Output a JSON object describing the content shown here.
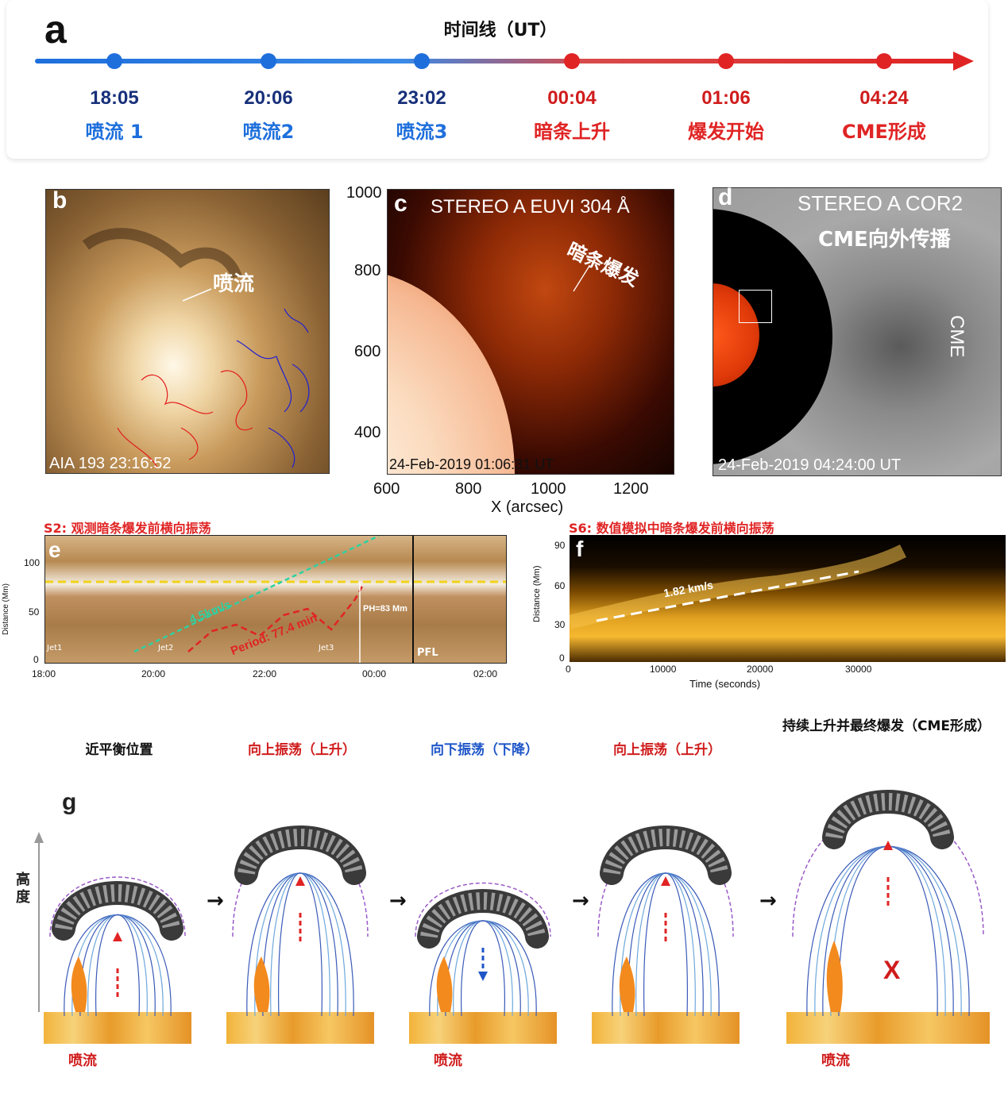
{
  "colors": {
    "blue": "#1e6fdc",
    "red": "#e02424",
    "dark_blue": "#17307a",
    "dark_red": "#d01c1c"
  },
  "panel_a": {
    "letter": "a",
    "title": "时间线（UT）",
    "events": [
      {
        "time": "18:05",
        "label": "喷流 1",
        "color": "#1e6fdc"
      },
      {
        "time": "20:06",
        "label": "喷流2",
        "color": "#1e6fdc"
      },
      {
        "time": "23:02",
        "label": "喷流3",
        "color": "#1e6fdc"
      },
      {
        "time": "00:04",
        "label": "暗条上升",
        "color": "#e02424"
      },
      {
        "time": "01:06",
        "label": "爆发开始",
        "color": "#e02424"
      },
      {
        "time": "04:24",
        "label": "CME形成",
        "color": "#e02424"
      }
    ]
  },
  "panel_b": {
    "letter": "b",
    "annotation": "喷流",
    "caption": "AIA 193 23:16:52"
  },
  "panel_c": {
    "letter": "c",
    "title": "STEREO A EUVI 304 Å",
    "annotation": "暗条爆发",
    "caption": "24-Feb-2019 01:06:31 UT",
    "y_ticks": [
      "1000",
      "800",
      "600",
      "400"
    ],
    "x_ticks": [
      "600",
      "800",
      "1000",
      "1200"
    ],
    "xlabel": "X (arcsec)"
  },
  "panel_d": {
    "letter": "d",
    "title1": "STEREO A COR2",
    "title2": "CME向外传播",
    "side_label": "CME",
    "caption": "24-Feb-2019 04:24:00 UT"
  },
  "panel_e": {
    "header": "S2: 观测暗条爆发前横向振荡",
    "letter": "e",
    "ylabel": "Distance (Mm)",
    "y_ticks": [
      "100",
      "50",
      "0"
    ],
    "x_ticks": [
      "18:00",
      "20:00",
      "22:00",
      "00:00",
      "02:00"
    ],
    "speed": "4.5km/s",
    "period": "Period: 77.4 min",
    "height": "PH=83 Mm",
    "jets": [
      "Jet1",
      "Jet2",
      "Jet3"
    ],
    "pfl": "PFL"
  },
  "panel_f": {
    "header": "S6: 数值模拟中暗条爆发前横向振荡",
    "letter": "f",
    "ylabel": "Distance (Mm)",
    "y_ticks": [
      "90",
      "60",
      "30",
      "0"
    ],
    "x_ticks": [
      "0",
      "10000",
      "20000",
      "30000"
    ],
    "xlabel": "Time (seconds)",
    "speed": "1.82 km/s"
  },
  "panel_g": {
    "letter": "g",
    "yaxis": "高度",
    "stages": [
      {
        "title": "近平衡位置",
        "color": "#111111"
      },
      {
        "title": "向上振荡（上升）",
        "color": "#d01c1c"
      },
      {
        "title": "向下振荡（下降）",
        "color": "#1e56c8"
      },
      {
        "title": "向上振荡（上升）",
        "color": "#d01c1c"
      },
      {
        "title": "持续上升并最终爆发（CME形成）",
        "color": "#111111"
      }
    ],
    "jet_label": "喷流",
    "x_mark": "X"
  }
}
